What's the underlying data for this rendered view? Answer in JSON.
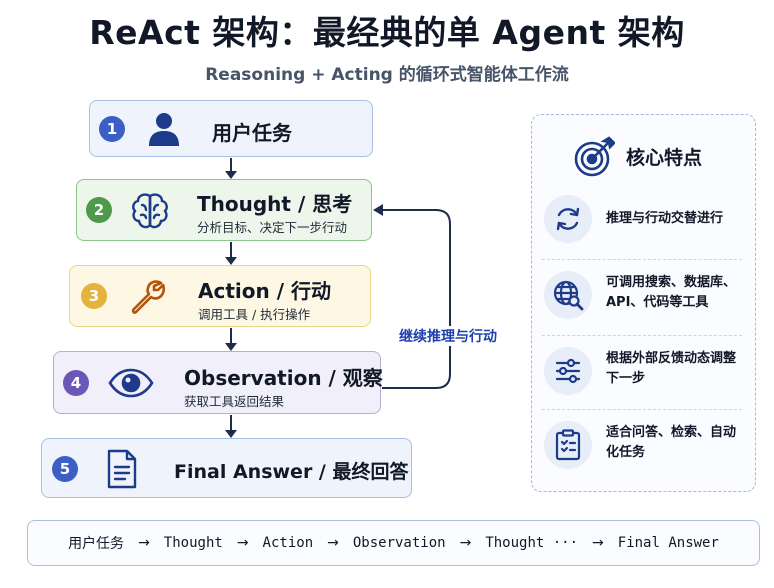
{
  "title": "ReAct 架构：最经典的单 Agent 架构",
  "subtitle": "Reasoning + Acting 的循环式智能体工作流",
  "steps": [
    {
      "num": "1",
      "title": "用户任务",
      "sub": "",
      "color": "#3b5fc5",
      "icon": "user-icon"
    },
    {
      "num": "2",
      "title": "Thought / 思考",
      "sub": "分析目标、决定下一步行动",
      "color": "#4c9a4a",
      "icon": "brain-icon"
    },
    {
      "num": "3",
      "title": "Action / 行动",
      "sub": "调用工具 / 执行操作",
      "color": "#e3b33d",
      "icon": "wrench-icon"
    },
    {
      "num": "4",
      "title": "Observation / 观察",
      "sub": "获取工具返回结果",
      "color": "#6b57b8",
      "icon": "eye-icon"
    },
    {
      "num": "5",
      "title": "Final Answer / 最终回答",
      "sub": "",
      "color": "#3b5fc5",
      "icon": "document-icon"
    }
  ],
  "loop_label": "继续推理与行动",
  "panel": {
    "title": "核心特点",
    "features": [
      {
        "text": "推理与行动交替进行",
        "icon": "refresh-icon"
      },
      {
        "text": "可调用搜索、数据库、API、代码等工具",
        "icon": "globe-search-icon"
      },
      {
        "text": "根据外部反馈动态调整下一步",
        "icon": "sliders-icon"
      },
      {
        "text": "适合问答、检索、自动化任务",
        "icon": "clipboard-icon"
      }
    ]
  },
  "flow": [
    "用户任务",
    "Thought",
    "Action",
    "Observation",
    "Thought ···",
    "Final Answer"
  ],
  "flow_arrow": "→"
}
